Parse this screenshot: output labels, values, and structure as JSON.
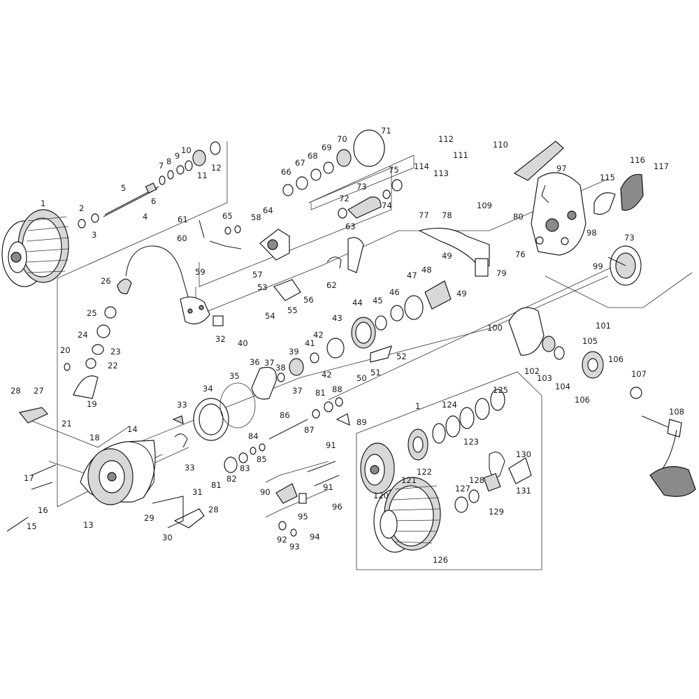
{
  "diagram": {
    "kind": "exploded-parts-view",
    "colors": {
      "line": "#222222",
      "fill_light": "#d8d8d8",
      "fill_dark": "#8a8a8a",
      "background": "#ffffff"
    },
    "labels": {
      "p1a": "1",
      "p1b": "1",
      "p2": "2",
      "p3": "3",
      "p4": "4",
      "p5": "5",
      "p6": "6",
      "p7": "7",
      "p8": "8",
      "p9": "9",
      "p10": "10",
      "p11": "11",
      "p12": "12",
      "p13": "13",
      "p14": "14",
      "p15": "15",
      "p16": "16",
      "p17": "17",
      "p18": "18",
      "p19": "19",
      "p20": "20",
      "p21": "21",
      "p22": "22",
      "p23": "23",
      "p24": "24",
      "p25": "25",
      "p26": "26",
      "p27": "27",
      "p28a": "28",
      "p28b": "28",
      "p29": "29",
      "p30": "30",
      "p31": "31",
      "p32": "32",
      "p33a": "33",
      "p33b": "33",
      "p34": "34",
      "p35": "35",
      "p36": "36",
      "p37a": "37",
      "p37b": "37",
      "p38": "38",
      "p39": "39",
      "p40": "40",
      "p41": "41",
      "p42a": "42",
      "p42b": "42",
      "p43": "43",
      "p44": "44",
      "p45": "45",
      "p46": "46",
      "p47": "47",
      "p48": "48",
      "p49a": "49",
      "p49b": "49",
      "p50": "50",
      "p51": "51",
      "p52": "52",
      "p53": "53",
      "p54": "54",
      "p55": "55",
      "p56": "56",
      "p57": "57",
      "p58": "58",
      "p59": "59",
      "p60": "60",
      "p61": "61",
      "p62": "62",
      "p63": "63",
      "p64": "64",
      "p65": "65",
      "p66": "66",
      "p67": "67",
      "p68": "68",
      "p69": "69",
      "p70": "70",
      "p71": "71",
      "p72": "72",
      "p73a": "73",
      "p73b": "73",
      "p74": "74",
      "p75": "75",
      "p76": "76",
      "p77": "77",
      "p78": "78",
      "p79": "79",
      "p80": "80",
      "p81a": "81",
      "p81b": "81",
      "p82": "82",
      "p83": "83",
      "p84": "84",
      "p85": "85",
      "p86": "86",
      "p87": "87",
      "p88": "88",
      "p89": "89",
      "p90": "90",
      "p91a": "91",
      "p91b": "91",
      "p92": "92",
      "p93": "93",
      "p94": "94",
      "p95": "95",
      "p96": "96",
      "p97": "97",
      "p98": "98",
      "p99": "99",
      "p100": "100",
      "p101": "101",
      "p102": "102",
      "p103": "103",
      "p104": "104",
      "p105": "105",
      "p106a": "106",
      "p106b": "106",
      "p107": "107",
      "p108": "108",
      "p109": "109",
      "p110": "110",
      "p111": "111",
      "p112": "112",
      "p113": "113",
      "p114": "114",
      "p115": "115",
      "p116": "116",
      "p117": "117",
      "p120": "120",
      "p121": "121",
      "p122": "122",
      "p123": "123",
      "p124": "124",
      "p125": "125",
      "p126": "126",
      "p127": "127",
      "p128": "128",
      "p129": "129",
      "p130": "130",
      "p131": "131"
    }
  }
}
